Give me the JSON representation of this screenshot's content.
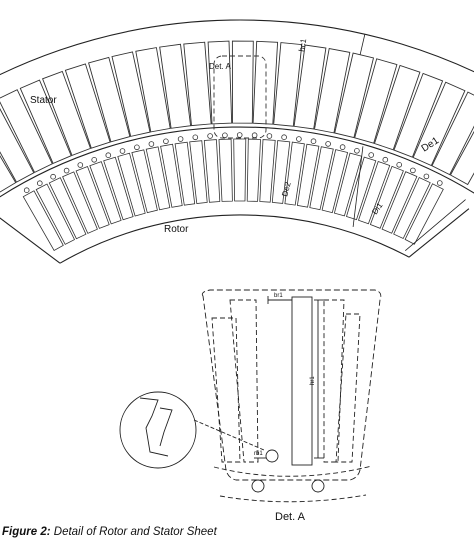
{
  "labels": {
    "stator": "Stator",
    "rotor": "Rotor",
    "det_a_top": "Det. A",
    "hc1": "hc1",
    "de1": "De1",
    "de2": "De2",
    "di1": "Di1",
    "hr1": "hr1",
    "br1": "br1",
    "rb1": "rb1",
    "det_a_bottom": "Det. A"
  },
  "caption": {
    "prefix": "Figure 2:",
    "text": " Detail of Rotor and Stator Sheet"
  },
  "colors": {
    "line": "#222222",
    "background": "#ffffff"
  }
}
